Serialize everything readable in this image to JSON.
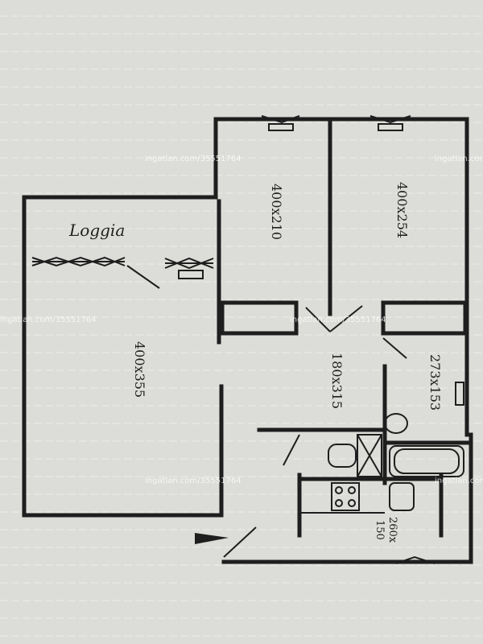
{
  "labels": {
    "loggia": "Loggia",
    "room_left": "400x355",
    "room_mid_top": "400x210",
    "room_right_top": "400x254",
    "hall": "180x315",
    "room_right": "273x153",
    "small_room": "260x",
    "small_room_2": "150"
  },
  "watermark": "ingatlan.com/35551764",
  "colors": {
    "paper": "#dcdcd8",
    "ink": "#1e1e1e"
  }
}
